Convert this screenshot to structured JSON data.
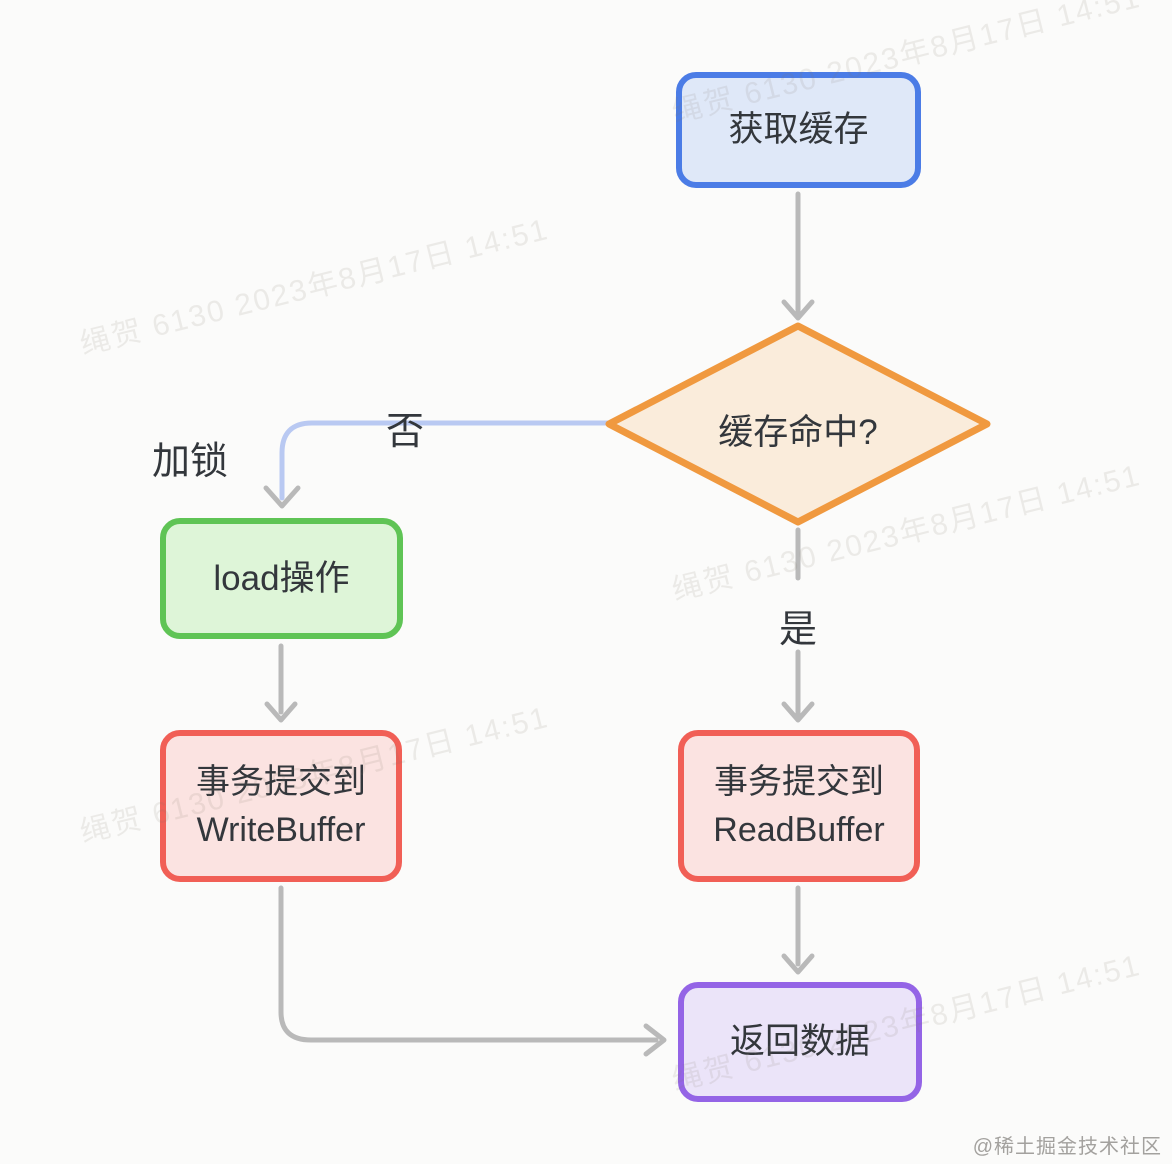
{
  "diagram": {
    "nodes": {
      "get_cache": {
        "label": "获取缓存"
      },
      "cache_hit": {
        "label": "缓存命中?"
      },
      "load_op": {
        "label": "load操作"
      },
      "write_buffer": {
        "line1": "事务提交到",
        "line2": "WriteBuffer"
      },
      "read_buffer": {
        "line1": "事务提交到",
        "line2": "ReadBuffer"
      },
      "return_data": {
        "label": "返回数据"
      }
    },
    "edge_labels": {
      "no": "否",
      "yes": "是",
      "lock": "加锁"
    }
  },
  "watermark": {
    "text": "绳贺 6130 2023年8月17日 14:51"
  },
  "attribution": {
    "text": "@稀土掘金技术社区"
  },
  "colors": {
    "background": "#fbfbfa",
    "node_text": "#33373c",
    "blue_border": "#4b7ce6",
    "blue_fill": "#dfe8f8",
    "orange_border": "#f0993f",
    "orange_fill": "#faecdb",
    "green_border": "#5fc455",
    "green_fill": "#def5d8",
    "red_border": "#f15f56",
    "red_fill": "#fbe3e1",
    "purple_border": "#9464e6",
    "purple_fill": "#ebe4f9",
    "arrow_gray": "#b9b9b9",
    "arrow_blue": "#b9c9f2",
    "watermark": "#807668",
    "attribution": "#a3a19e"
  }
}
